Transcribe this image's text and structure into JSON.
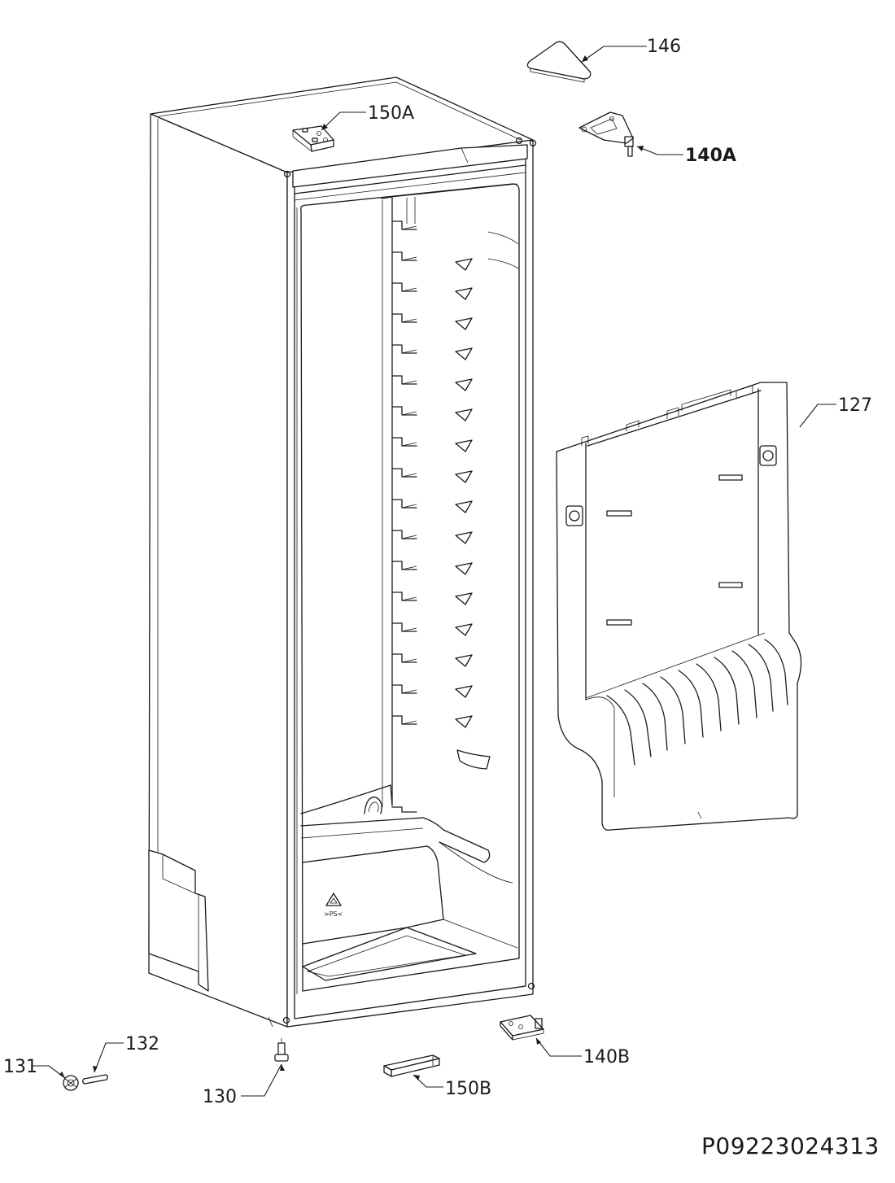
{
  "labels": {
    "l146": "146",
    "l150A": "150A",
    "l140A": "140A",
    "l127": "127",
    "l132": "132",
    "l131": "131",
    "l130": "130",
    "l150B": "150B",
    "l140B": "140B",
    "recycle": ">PS<"
  },
  "diagram_code": "P09223024313"
}
